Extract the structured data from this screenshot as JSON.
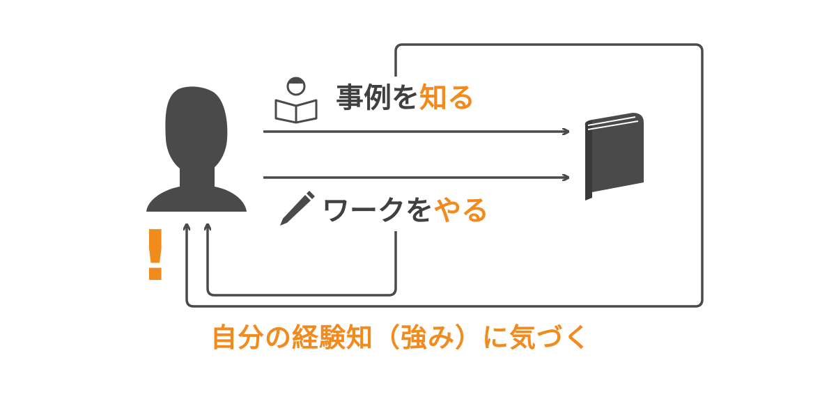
{
  "colors": {
    "dark": "#4a4a4a",
    "accent": "#f28b1e",
    "background": "#ffffff"
  },
  "learn": {
    "prefix": "事例を",
    "emphasis": "知る"
  },
  "work": {
    "prefix": "ワークを",
    "emphasis": "やる"
  },
  "insight": "自分の経験知（強み）に気づく",
  "exclamation": "!",
  "icons": {
    "person": "person-silhouette-icon",
    "reader": "person-reading-icon",
    "pencil": "pencil-icon",
    "book": "book-icon"
  }
}
